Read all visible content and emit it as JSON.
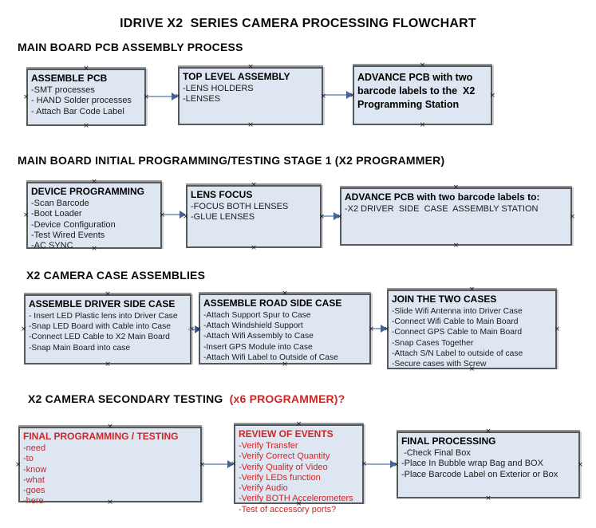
{
  "title": "IDRIVE X2  SERIES CAMERA PROCESSING FLOWCHART",
  "colors": {
    "box_fill": "#dee6f2",
    "box_border": "#55585c",
    "arrow_line": "#90a9cb",
    "arrow_head": "#3f639c",
    "red": "#cd2626"
  },
  "icons": {
    "connector_handle": "×"
  },
  "sections": [
    {
      "heading": "MAIN BOARD PCB ASSEMBLY PROCESS",
      "boxes": [
        {
          "title": "ASSEMBLE PCB",
          "items": [
            "-SMT processes",
            "- HAND Solder processes",
            "- Attach Bar Code Label"
          ]
        },
        {
          "title": "TOP LEVEL ASSEMBLY",
          "items": [
            "-LENS HOLDERS",
            "-LENSES"
          ]
        },
        {
          "title": "ADVANCE PCB with two barcode labels to the  X2 Programming Station",
          "items": []
        }
      ]
    },
    {
      "heading": "MAIN BOARD INITIAL PROGRAMMING/TESTING STAGE 1 (X2 PROGRAMMER)",
      "boxes": [
        {
          "title": "DEVICE PROGRAMMING",
          "items": [
            "-Scan Barcode",
            "-Boot Loader",
            "-Device Configuration",
            "-Test Wired Events",
            "-AC SYNC"
          ]
        },
        {
          "title": "LENS FOCUS",
          "items": [
            "-FOCUS BOTH LENSES",
            "-GLUE LENSES"
          ]
        },
        {
          "title": "ADVANCE PCB with two barcode labels to:",
          "items": [
            "-X2 DRIVER  SIDE  CASE  ASSEMBLY STATION"
          ]
        }
      ]
    },
    {
      "heading": "X2 CAMERA CASE ASSEMBLIES",
      "boxes": [
        {
          "title": "ASSEMBLE DRIVER SIDE CASE",
          "items": [
            "- Insert LED Plastic lens into Driver Case",
            "-Snap LED Board with Cable into Case",
            "-Connect LED Cable to X2 Main Board",
            "-Snap Main Board into case"
          ]
        },
        {
          "title": "ASSEMBLE ROAD SIDE CASE",
          "items": [
            "-Attach Support Spur to Case",
            "-Attach Windshield Support",
            "-Attach Wifi Assembly to Case",
            "-Insert GPS Module into Case",
            "-Attach Wifi Label to Outside of Case"
          ]
        },
        {
          "title": "JOIN THE TWO CASES",
          "items": [
            "-Slide Wifi Antenna into Driver Case",
            "-Connect Wifi Cable to Main Board",
            "-Connect GPS Cable to Main Board",
            "-Snap Cases Together",
            "-Attach S/N Label to outside of case",
            "-Secure cases with Screw"
          ]
        }
      ]
    },
    {
      "heading": "X2 CAMERA SECONDARY TESTING ",
      "heading_red": " (x6 PROGRAMMER)?",
      "boxes": [
        {
          "title": "FINAL PROGRAMMING / TESTING",
          "items": [
            "-need",
            "-to",
            "-know",
            "-what",
            "-goes",
            "-here"
          ]
        },
        {
          "title": "REVIEW OF EVENTS",
          "items": [
            "-Verify Transfer",
            "-Verify Correct Quantity",
            "-Verify Quality of Video",
            "-Verify LEDs function",
            "-Verify Audio",
            "-Verify BOTH Accelerometers",
            "-Test of accessory ports?"
          ]
        },
        {
          "title": "FINAL PROCESSING",
          "items": [
            " -Check Final Box",
            "-Place In Bubble wrap Bag and BOX",
            "-Place Barcode Label on Exterior or Box"
          ]
        }
      ]
    }
  ]
}
